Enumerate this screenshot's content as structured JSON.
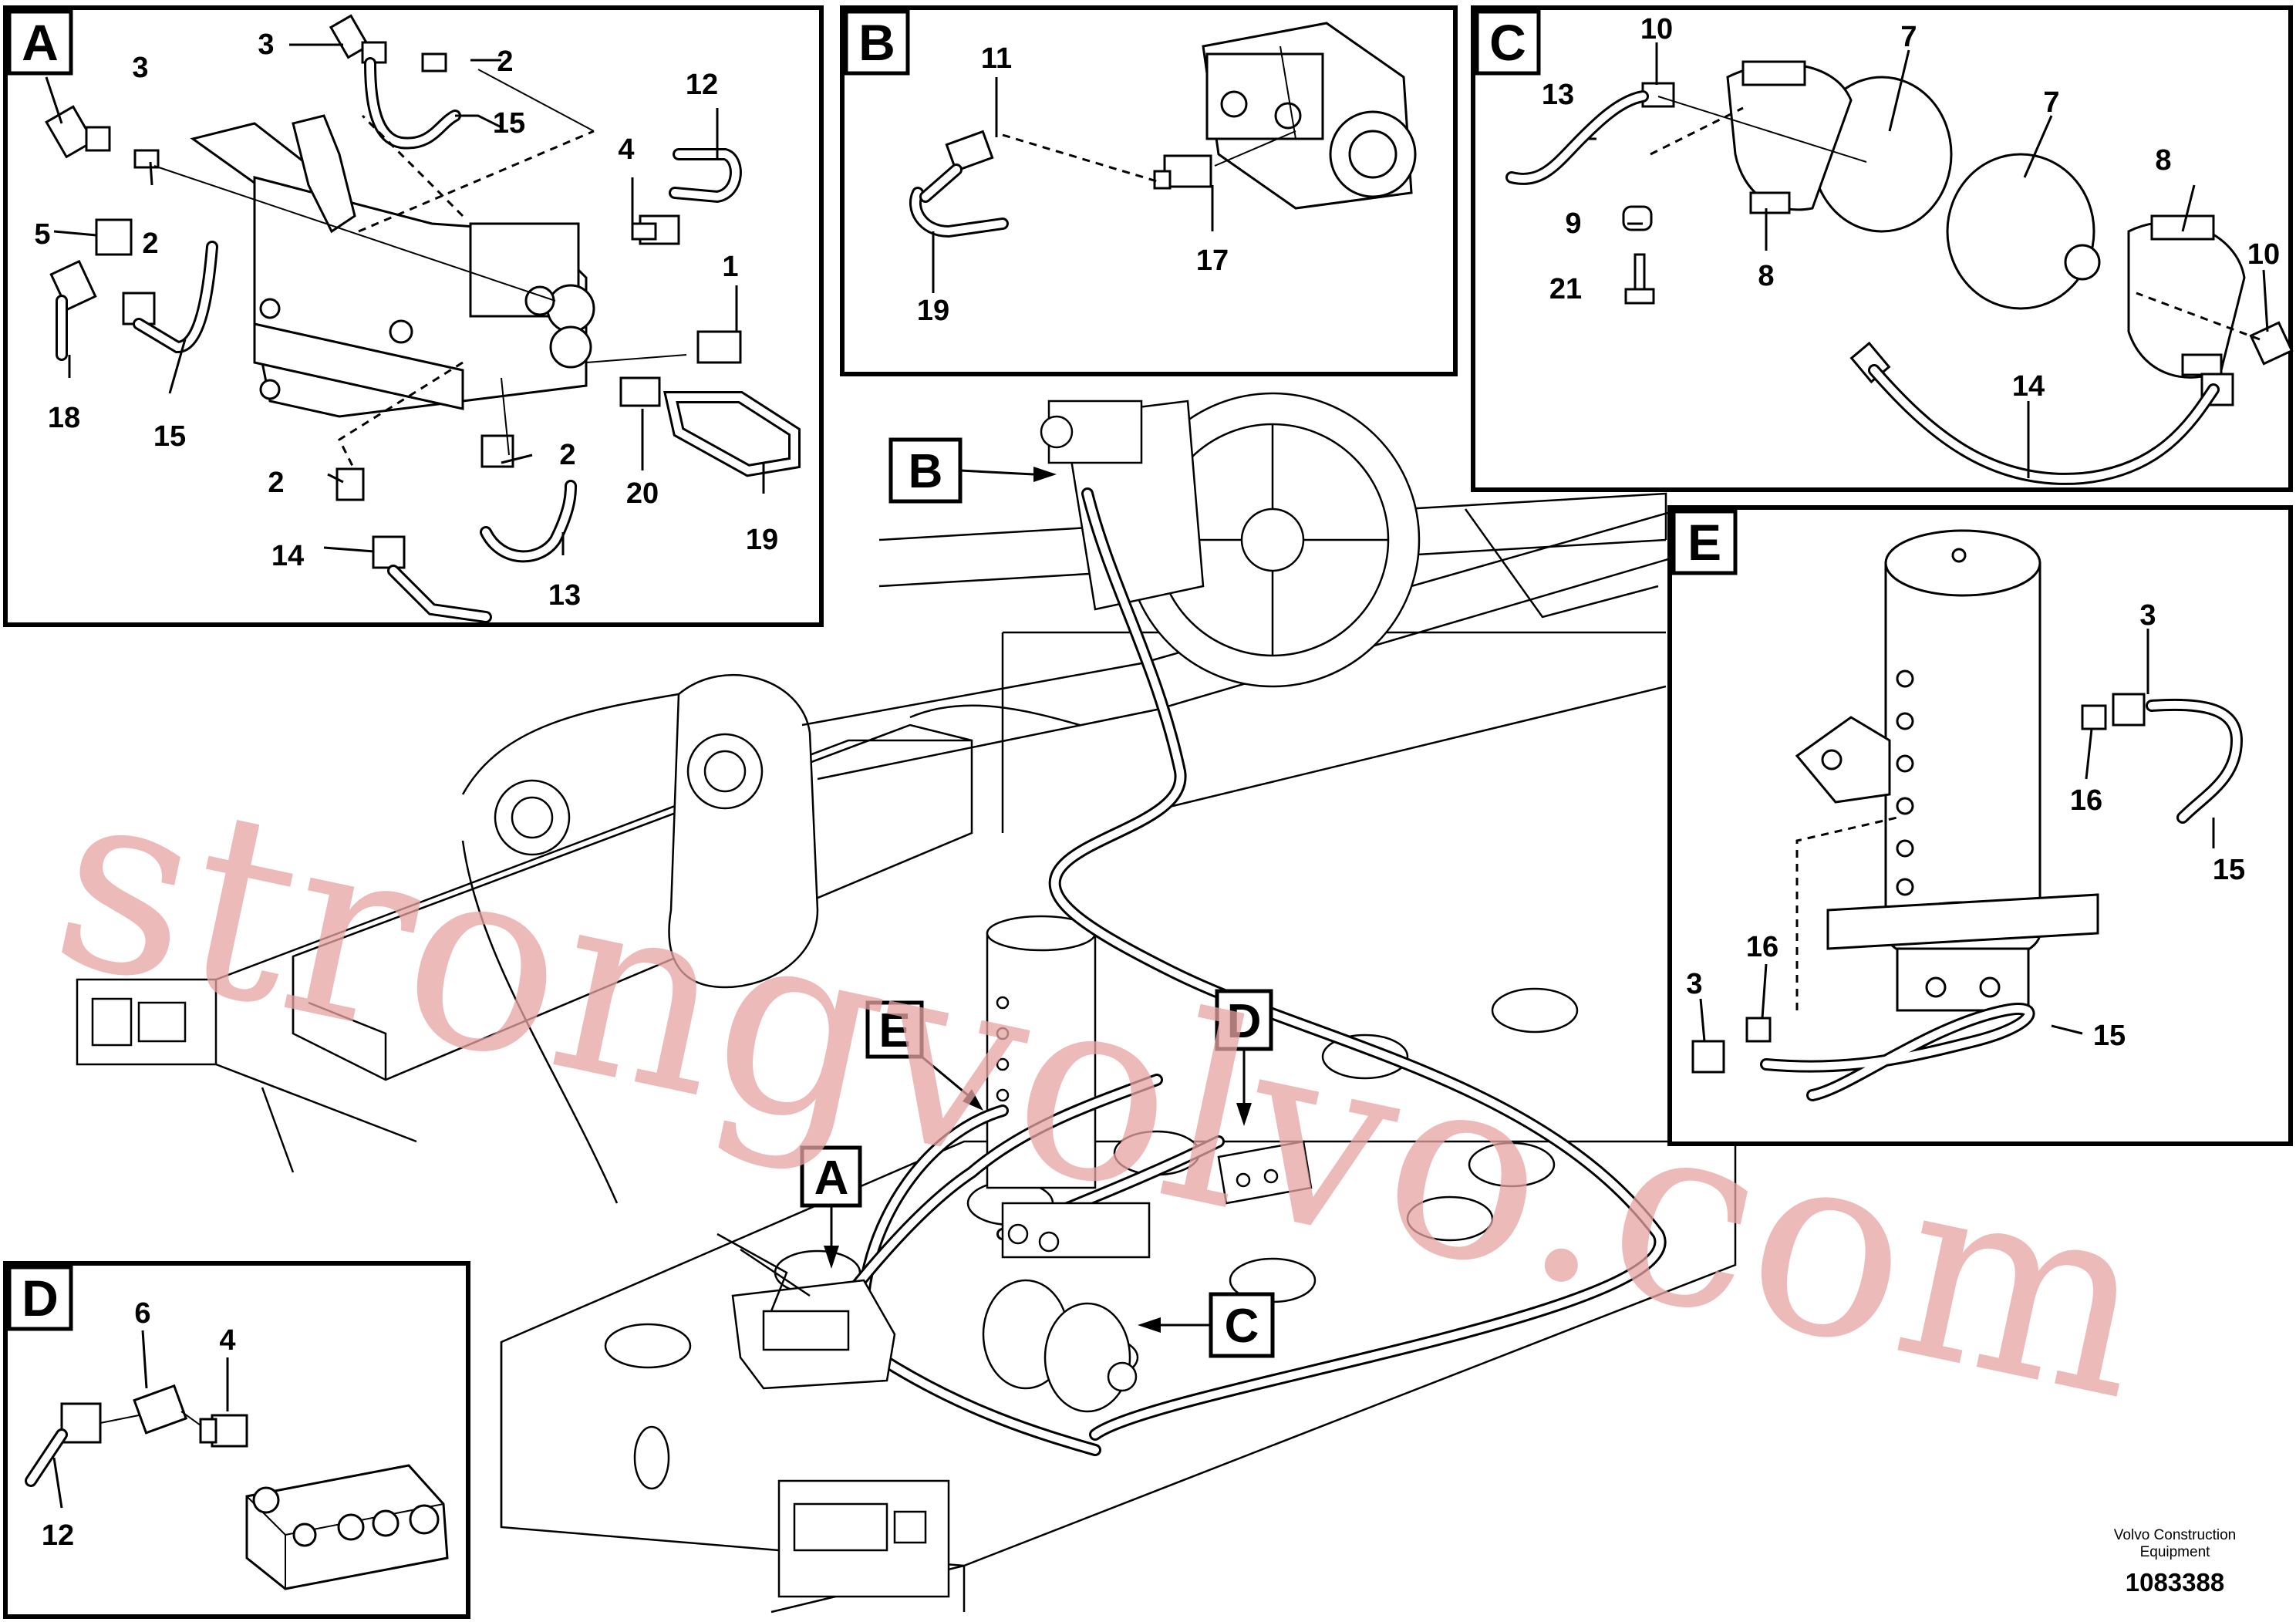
{
  "panels": {
    "A": {
      "letter": "A",
      "labels": [
        "3",
        "2",
        "3",
        "15",
        "12",
        "4",
        "5",
        "2",
        "1",
        "18",
        "15",
        "2",
        "20",
        "2",
        "14",
        "19",
        "13"
      ]
    },
    "B": {
      "letter": "B",
      "labels": [
        "11",
        "17",
        "19"
      ]
    },
    "C": {
      "letter": "C",
      "labels": [
        "10",
        "7",
        "7",
        "13",
        "8",
        "9",
        "8",
        "21",
        "10",
        "14"
      ]
    },
    "D": {
      "letter": "D",
      "labels": [
        "6",
        "4",
        "12"
      ]
    },
    "E": {
      "letter": "E",
      "labels": [
        "3",
        "16",
        "15",
        "16",
        "3",
        "15"
      ]
    }
  },
  "callouts": {
    "B": "B",
    "E": "E",
    "D": "D",
    "A": "A",
    "C": "C"
  },
  "watermark": "strongvolvo.com",
  "footer": {
    "company_line1": "Volvo Construction",
    "company_line2": "Equipment",
    "drawing_number": "1083388"
  }
}
